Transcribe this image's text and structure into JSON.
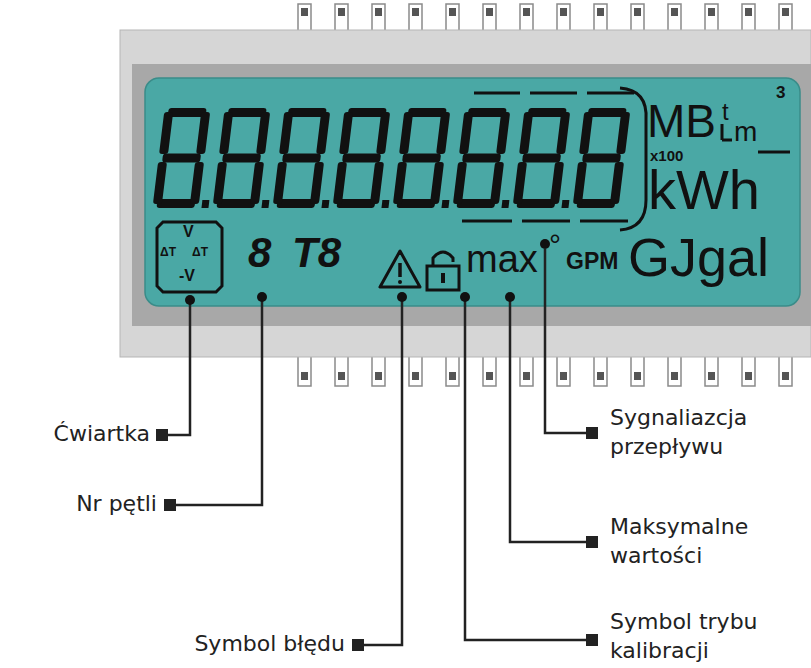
{
  "diagram": {
    "labels": [
      "MB",
      "t",
      "m",
      "3",
      "x100",
      "kWh",
      "V",
      "ΔT",
      "ΔT",
      "-V",
      "8",
      "T8",
      "max",
      "°",
      "GPM",
      "GJgal",
      "Ćwiartka",
      "Nr pętli",
      "Symbol błędu",
      "Sygnaliazcja przepływu",
      "Maksymalne wartości",
      "Symbol trybu kalibracji"
    ]
  }
}
